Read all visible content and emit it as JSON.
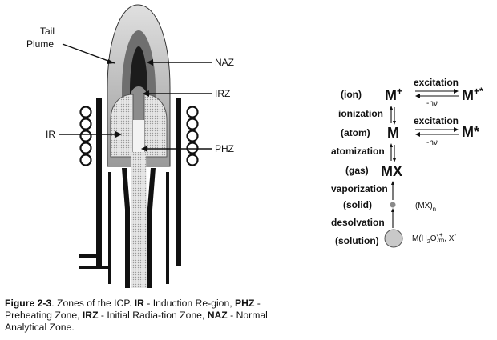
{
  "torch": {
    "tail_plume": [
      "Tail",
      "Plume"
    ],
    "naz": "NAZ",
    "irz": "IRZ",
    "ir": "IR",
    "phz": "PHZ"
  },
  "process": {
    "ion_state": "(ion)",
    "ion_species": "M",
    "ion_sup": "+",
    "excited_ion": "M",
    "excited_ion_sup": "+*",
    "excitation_top": "excitation",
    "emission_top": "-hν",
    "ionization": "ionization",
    "atom_state": "(atom)",
    "atom_species": "M",
    "excited_atom": "M*",
    "excitation_mid": "excitation",
    "emission_mid": "-hν",
    "atomization": "atomization",
    "gas_state": "(gas)",
    "gas_species": "MX",
    "vaporization": "vaporization",
    "solid_state": "(solid)",
    "solid_species": "(MX)",
    "solid_sub": "n",
    "desolvation": "desolvation",
    "solution_state": "(solution)",
    "solution_species_a": "M(H",
    "solution_species_2": "2",
    "solution_species_b": "O)",
    "solution_plus": "+",
    "solution_m": "m",
    "solution_species_c": ", X",
    "solution_minus": "-"
  },
  "caption": {
    "fig": "Figure 2-3",
    "t1": ". Zones of the ICP. ",
    "ir": "IR",
    "t2": " - Induction Re-gion, ",
    "phz": "PHZ",
    "t3": " - Preheating Zone, ",
    "irz": "IRZ",
    "t4": " - Initial Radia-tion Zone, ",
    "naz": "NAZ",
    "t5": " - Normal Analytical Zone."
  }
}
